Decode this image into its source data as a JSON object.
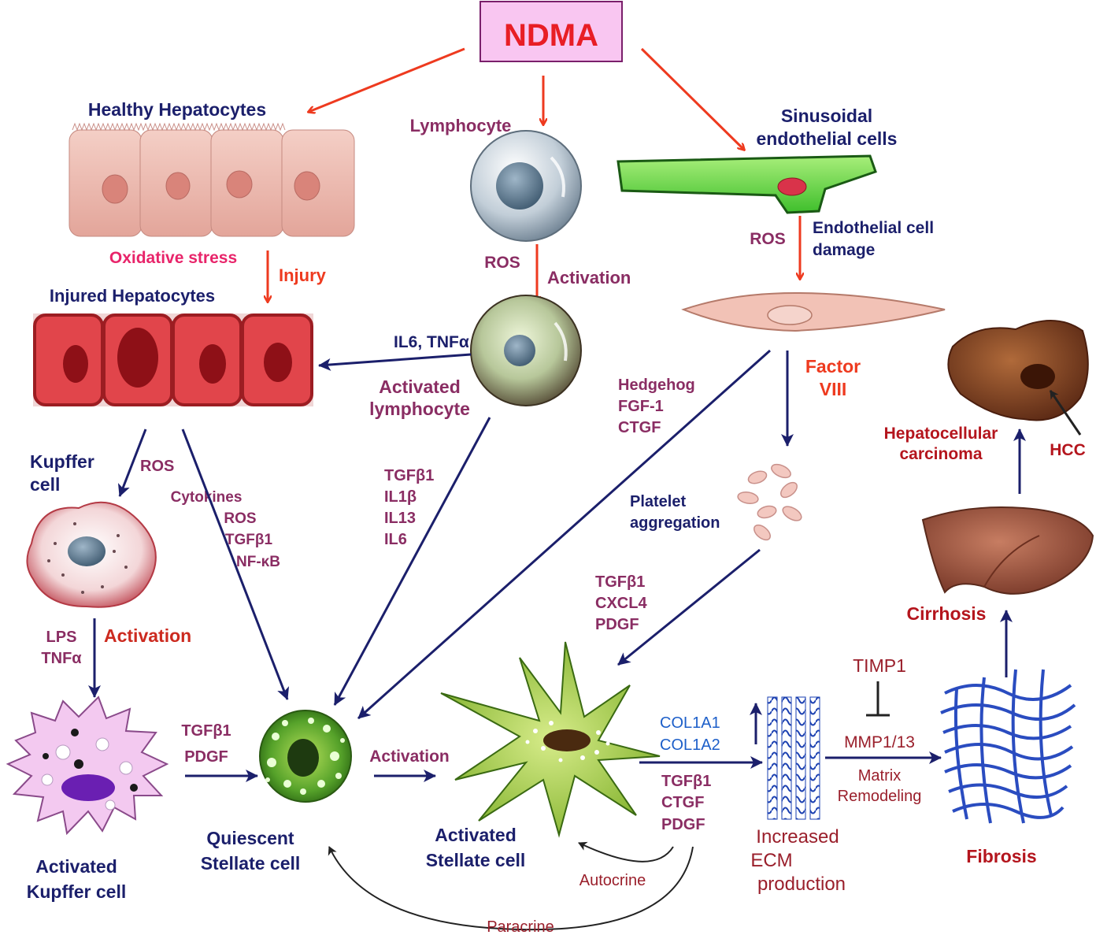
{
  "title": "NDMA",
  "cells": {
    "healthy_hepatocytes": "Healthy Hepatocytes",
    "injured_hepatocytes": "Injured Hepatocytes",
    "lymphocyte": "Lymphocyte",
    "activated_lymphocyte": [
      "Activated",
      "lymphocyte"
    ],
    "sinusoidal": [
      "Sinusoidal",
      "endothelial cells"
    ],
    "kupffer": [
      "Kupffer",
      "cell"
    ],
    "activated_kupffer": [
      "Activated",
      "Kupffer cell"
    ],
    "quiescent_stellate": [
      "Quiescent",
      "Stellate cell"
    ],
    "activated_stellate": [
      "Activated",
      "Stellate cell"
    ],
    "hcc_organ": [
      "Hepatocellular",
      "carcinoma"
    ],
    "hcc": "HCC",
    "cirrhosis": "Cirrhosis",
    "fibrosis": "Fibrosis",
    "platelet": [
      "Platelet",
      "aggregation"
    ],
    "ecm": [
      "Increased",
      "ECM",
      "production"
    ]
  },
  "labels": {
    "oxidative_stress": "Oxidative stress",
    "injury": "Injury",
    "ros": "ROS",
    "activation": "Activation",
    "endothelial_damage": [
      "Endothelial cell",
      "damage"
    ],
    "il6_tnf": "IL6, TNFα",
    "factor_viii": [
      "Factor",
      "VIII"
    ],
    "hedgehog": [
      "Hedgehog",
      "FGF-1",
      "CTGF"
    ],
    "cytokines": [
      "Cytokines",
      "ROS",
      "TGFβ1",
      "NF-κB"
    ],
    "tgf_il": [
      "TGFβ1",
      "IL1β",
      "IL13",
      "IL6"
    ],
    "tgf_cxcl": [
      "TGFβ1",
      "CXCL4",
      "PDGF"
    ],
    "lps_tnf": [
      "LPS",
      "TNFα"
    ],
    "tgf_pdgf": [
      "TGFβ1",
      "PDGF"
    ],
    "col": [
      "COL1A1",
      "COL1A2"
    ],
    "tgf_ctgf_pdgf": [
      "TGFβ1",
      "CTGF",
      "PDGF"
    ],
    "timp1": "TIMP1",
    "mmp": "MMP1/13",
    "matrix": [
      "Matrix",
      "Remodeling"
    ],
    "autocrine": "Autocrine",
    "paracrine": "Paracrine"
  },
  "colors": {
    "ndma_arrow": "#ee3a1f",
    "pathway_arrow": "#1b1f6b",
    "title_red": "#e81e25",
    "title_box": "#f9c6f1"
  }
}
